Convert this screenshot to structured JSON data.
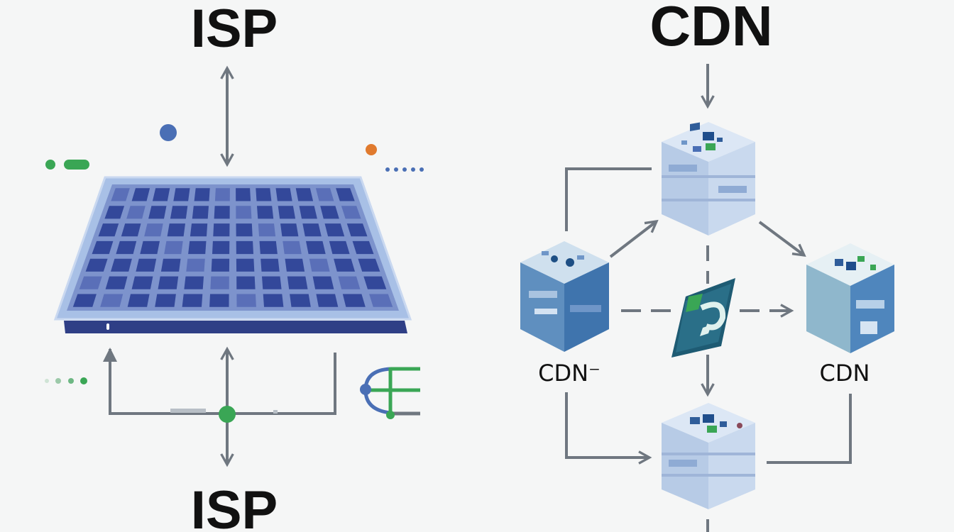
{
  "left_panel": {
    "title_top": "ISP",
    "title_bottom": "ISP"
  },
  "right_panel": {
    "title_top": "CDN",
    "label_left_node": "CDN⁻",
    "label_right_node": "CDN"
  },
  "colors": {
    "background": "#f5f6f6",
    "arrow": "#6f7780",
    "panel_blue": "#3a4f9a",
    "panel_frame": "#9fb8e0",
    "node_green": "#3aa655",
    "node_blue": "#4a6fb5",
    "dot_orange": "#e07a2e",
    "server_light": "#c9d9ee",
    "server_mid": "#6f96c8",
    "server_dark": "#2f5d9a",
    "shield_dark": "#1e5b73",
    "shield_light": "#dff1ee"
  }
}
